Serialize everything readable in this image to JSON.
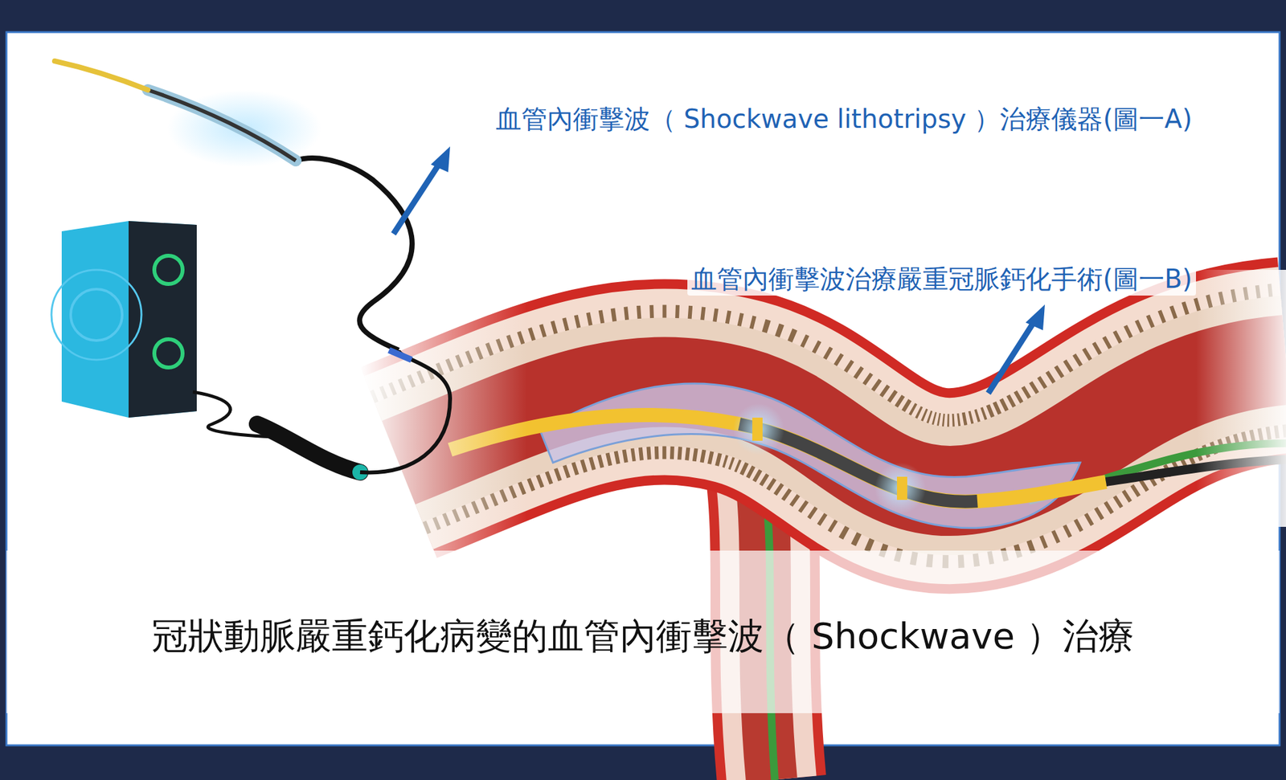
{
  "diagram": {
    "caption": "冠狀動脈嚴重鈣化病變的血管內衝擊波（ Shockwave ）治療",
    "labels": [
      "血管內衝擊波（ Shockwave lithotripsy ）治療儀器(圖一A)",
      "血管內衝擊波治療嚴重冠脈鈣化手術(圖一B)"
    ]
  }
}
